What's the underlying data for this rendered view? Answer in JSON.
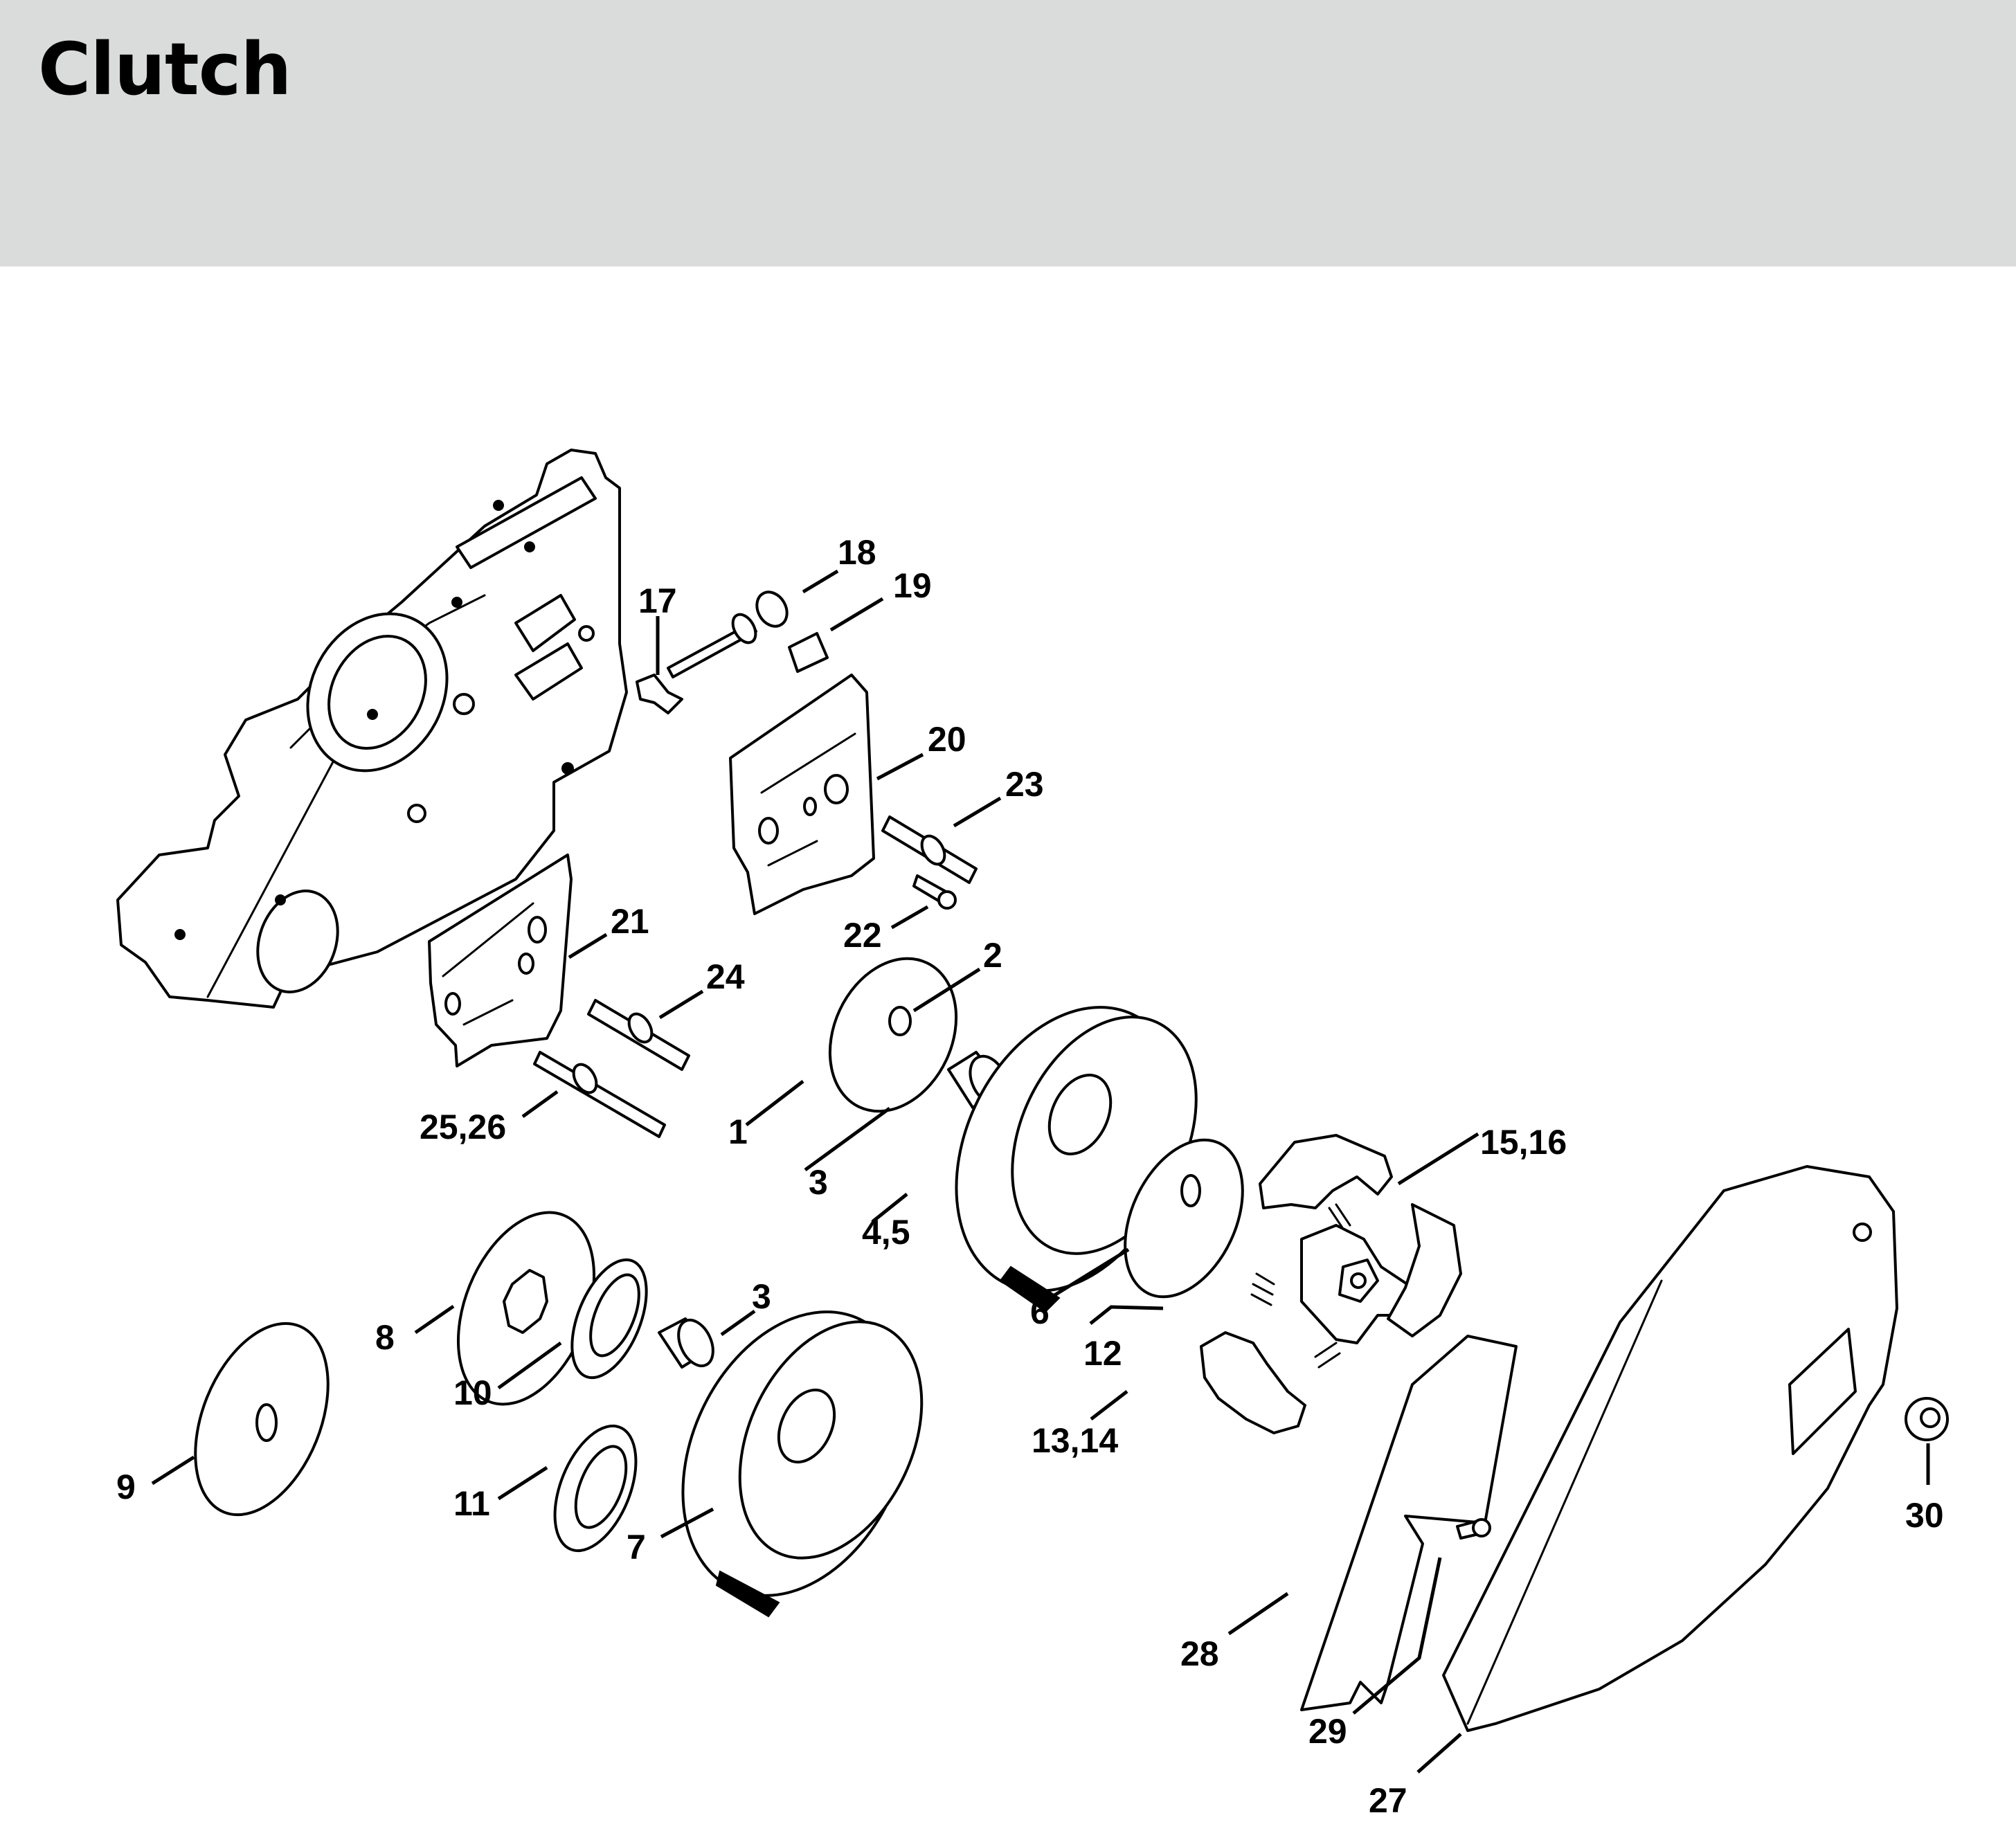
{
  "header": {
    "title": "Clutch",
    "background_color": "#dadcdb"
  },
  "diagram": {
    "callouts": [
      {
        "id": "c1",
        "label": "1"
      },
      {
        "id": "c2",
        "label": "2"
      },
      {
        "id": "c3a",
        "label": "3"
      },
      {
        "id": "c3b",
        "label": "3"
      },
      {
        "id": "c45",
        "label": "4,5"
      },
      {
        "id": "c6",
        "label": "6"
      },
      {
        "id": "c7",
        "label": "7"
      },
      {
        "id": "c8",
        "label": "8"
      },
      {
        "id": "c9",
        "label": "9"
      },
      {
        "id": "c10",
        "label": "10"
      },
      {
        "id": "c11",
        "label": "11"
      },
      {
        "id": "c12",
        "label": "12"
      },
      {
        "id": "c1314",
        "label": "13,14"
      },
      {
        "id": "c1516",
        "label": "15,16"
      },
      {
        "id": "c17",
        "label": "17"
      },
      {
        "id": "c18",
        "label": "18"
      },
      {
        "id": "c19",
        "label": "19"
      },
      {
        "id": "c20",
        "label": "20"
      },
      {
        "id": "c21",
        "label": "21"
      },
      {
        "id": "c22",
        "label": "22"
      },
      {
        "id": "c23",
        "label": "23"
      },
      {
        "id": "c24",
        "label": "24"
      },
      {
        "id": "c2526",
        "label": "25,26"
      },
      {
        "id": "c27",
        "label": "27"
      },
      {
        "id": "c28",
        "label": "28"
      },
      {
        "id": "c29",
        "label": "29"
      },
      {
        "id": "c30",
        "label": "30"
      }
    ]
  }
}
